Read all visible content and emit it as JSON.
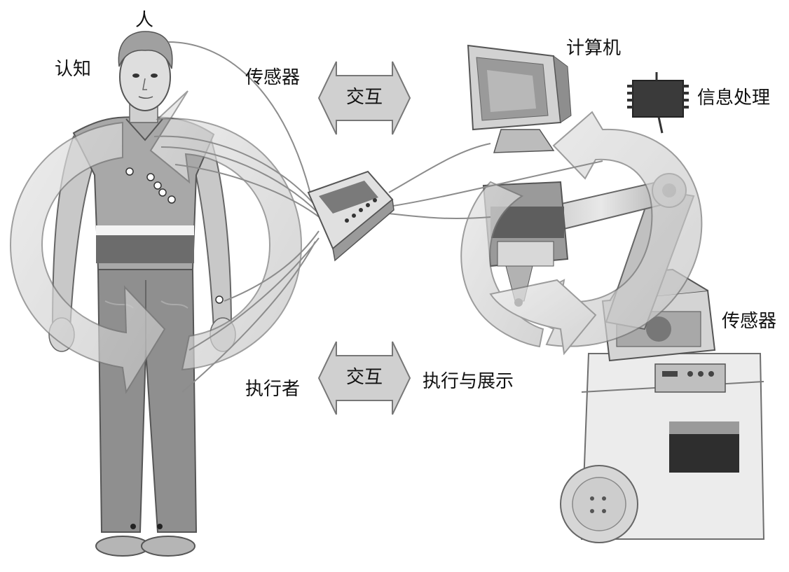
{
  "labels": {
    "person": "人",
    "cognition": "认知",
    "sensor_left": "传感器",
    "computer": "计算机",
    "info_processing": "信息处理",
    "sensor_right": "传感器",
    "actuator": "执行者",
    "execute_display": "执行与展示"
  },
  "interaction_arrows": {
    "top_label": "交互",
    "bottom_label": "交互"
  },
  "colors": {
    "ring_fill": "#d9d9d9",
    "ring_stroke": "#8a8a8a",
    "arrow_fill": "#d0d0d0",
    "arrow_stroke": "#777777",
    "figure_dark": "#6e6e6e",
    "figure_mid": "#9a9a9a",
    "figure_light": "#c8c8c8",
    "wire": "#8c8c8c"
  }
}
